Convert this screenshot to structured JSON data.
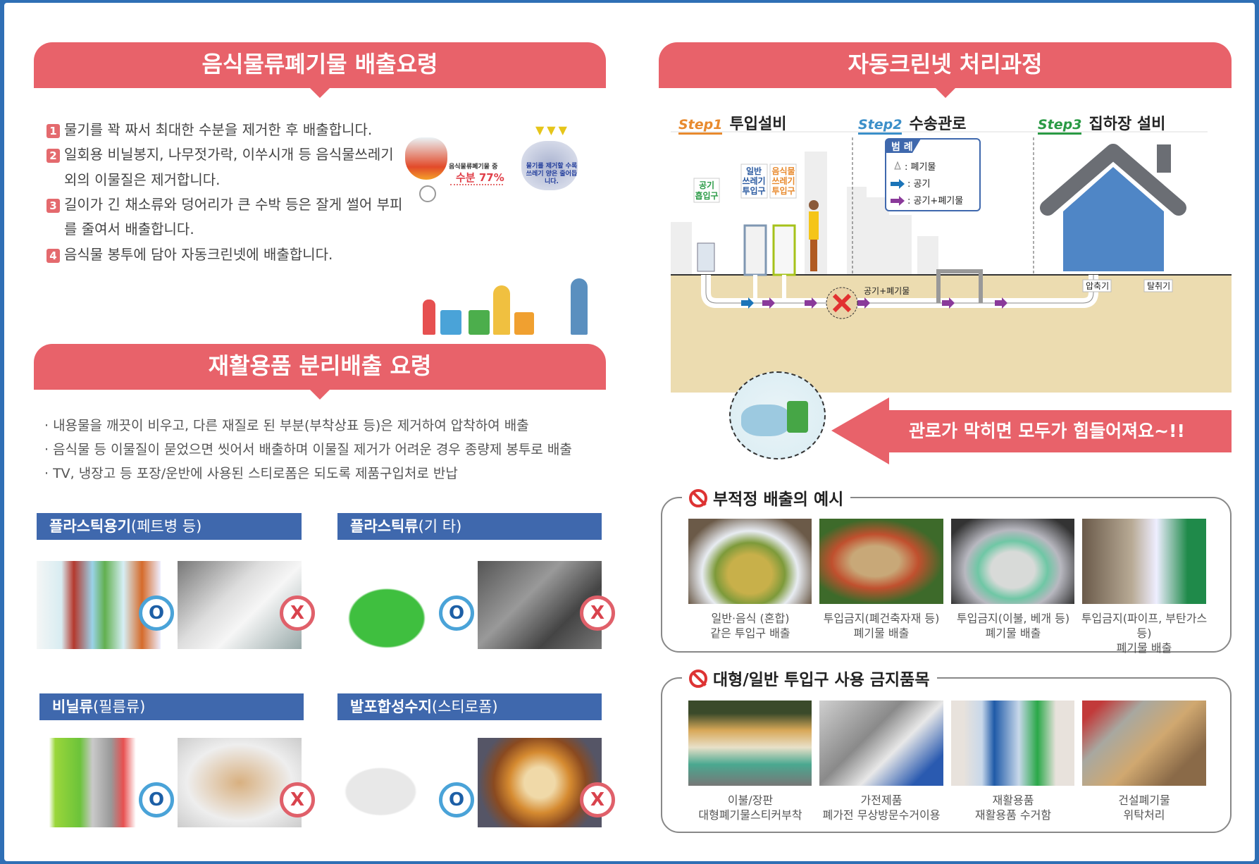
{
  "food": {
    "title": "음식물류폐기물  배출요령",
    "items": [
      {
        "num": "1",
        "lines": [
          "물기를 꽉 짜서 최대한 수분을 제거한 후 배출합니다."
        ]
      },
      {
        "num": "2",
        "lines": [
          "일회용 비닐봉지, 나무젓가락, 이쑤시개 등 음식물쓰레기",
          "외의 이물질은 제거합니다."
        ]
      },
      {
        "num": "3",
        "lines": [
          "길이가 긴 채소류와 덩어리가 큰 수박 등은 잘게 썰어 부피",
          "를 줄여서 배출합니다."
        ]
      },
      {
        "num": "4",
        "lines": [
          "음식물 봉투에 담아 자동크린넷에 배출합니다."
        ]
      }
    ],
    "illus_label1": "음식물류폐기물 중",
    "illus_label2": "수분 77%",
    "illus_label3": "물기를 제거할 수록",
    "illus_label4": "쓰레기 양은 줄어듭니다."
  },
  "recycle": {
    "title": "재활용품 분리배출 요령",
    "bullets": [
      "· 내용물을 깨끗이 비우고, 다른 재질로 된 부분(부착상표 등)은 제거하여 압착하여 배출",
      "· 음식물 등 이물질이 묻었으면 씻어서 배출하며 이물질 제거가 어려운 경우 종량제 봉투로 배출",
      "· TV, 냉장고 등 포장/운반에 사용된 스티로폼은 되도록 제품구입처로 반납"
    ],
    "categories": [
      {
        "bold": "플라스틱용기",
        "rest": "(페트병 등)",
        "ok": "O",
        "no": "X"
      },
      {
        "bold": "플라스틱류",
        "rest": "(기 타)",
        "ok": "O",
        "no": "X"
      },
      {
        "bold": "비닐류",
        "rest": "(필름류)",
        "ok": "O",
        "no": "X"
      },
      {
        "bold": "발포합성수지",
        "rest": "(스티로폼)",
        "ok": "O",
        "no": "X"
      }
    ]
  },
  "process": {
    "title": "자동크린넷 처리과정",
    "steps": [
      {
        "tag": "Step1",
        "label": "투입설비",
        "color": "#e88a2e"
      },
      {
        "tag": "Step2",
        "label": "수송관로",
        "color": "#3b8fc9"
      },
      {
        "tag": "Step3",
        "label": "집하장 설비",
        "color": "#2a9a45"
      }
    ],
    "legend": {
      "title": "범 례",
      "waste": ": 폐기물",
      "air": ": 공기",
      "air_waste": ": 공기+폐기물"
    },
    "labels": {
      "air_intake": [
        "공기",
        "흡입구"
      ],
      "general_inlet": [
        "일반",
        "쓰레기",
        "투입구"
      ],
      "food_inlet": [
        "음식물",
        "쓰레기",
        "투입구"
      ],
      "pipe": "공기+폐기물",
      "compressor": "압축기",
      "deodorizer": "탈취기"
    },
    "warning": "관로가 막히면 모두가 힘들어져요~!!"
  },
  "improper": {
    "title": "부적정 배출의 예시",
    "items": [
      {
        "line1": "일반·음식 (혼합)",
        "line2": "같은 투입구 배출"
      },
      {
        "line1": "투입금지(폐건축자재 등)",
        "line2": "폐기물 배출"
      },
      {
        "line1": "투입금지(이불, 베개 등)",
        "line2": "폐기물 배출"
      },
      {
        "line1": "투입금지(파이프, 부탄가스 등)",
        "line2": "폐기물 배출"
      }
    ]
  },
  "prohibited": {
    "title": "대형/일반 투입구 사용 금지품목",
    "items": [
      {
        "line1": "이불/장판",
        "line2": "대형폐기물스티커부착"
      },
      {
        "line1": "가전제품",
        "line2": "폐가전 무상방문수거이용"
      },
      {
        "line1": "재활용품",
        "line2": "재활용품 수거함"
      },
      {
        "line1": "건설폐기물",
        "line2": "위탁처리"
      }
    ]
  },
  "colors": {
    "banner": "#e8626a",
    "category": "#3f68ad",
    "border": "#2f6fb5",
    "ground": "#ecdcb0",
    "house": "#4f86c6"
  }
}
